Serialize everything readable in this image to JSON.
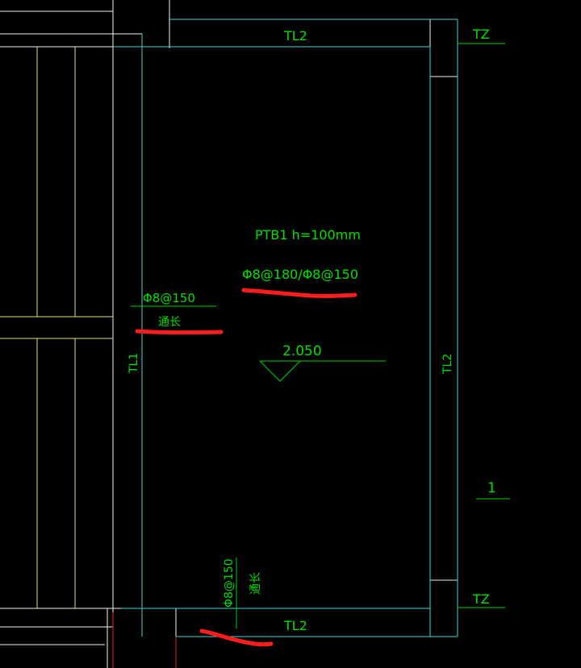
{
  "labels": {
    "tl2_top": "TL2",
    "tz_top": "TZ",
    "ptb1": "PTB1 h=100mm",
    "rebar_main": "Φ8@180/Φ8@150",
    "rebar_left": "Φ8@150",
    "tongchang_left": "通长",
    "tl1_left": "TL1",
    "elevation": "2.050",
    "tl2_right": "TL2",
    "axis_1": "1",
    "tz_bottom": "TZ",
    "rebar_bottom": "Φ8@150",
    "tongchang_bottom": "通长",
    "tl2_bottom": "TL2"
  },
  "colors": {
    "background": "#000000",
    "cyan": "#3fd6d6",
    "yellow": "#e0e07a",
    "white": "#f2f2f2",
    "green_text": "#00e000",
    "red": "#e8201e",
    "red_markup": "#ff1c1c"
  }
}
